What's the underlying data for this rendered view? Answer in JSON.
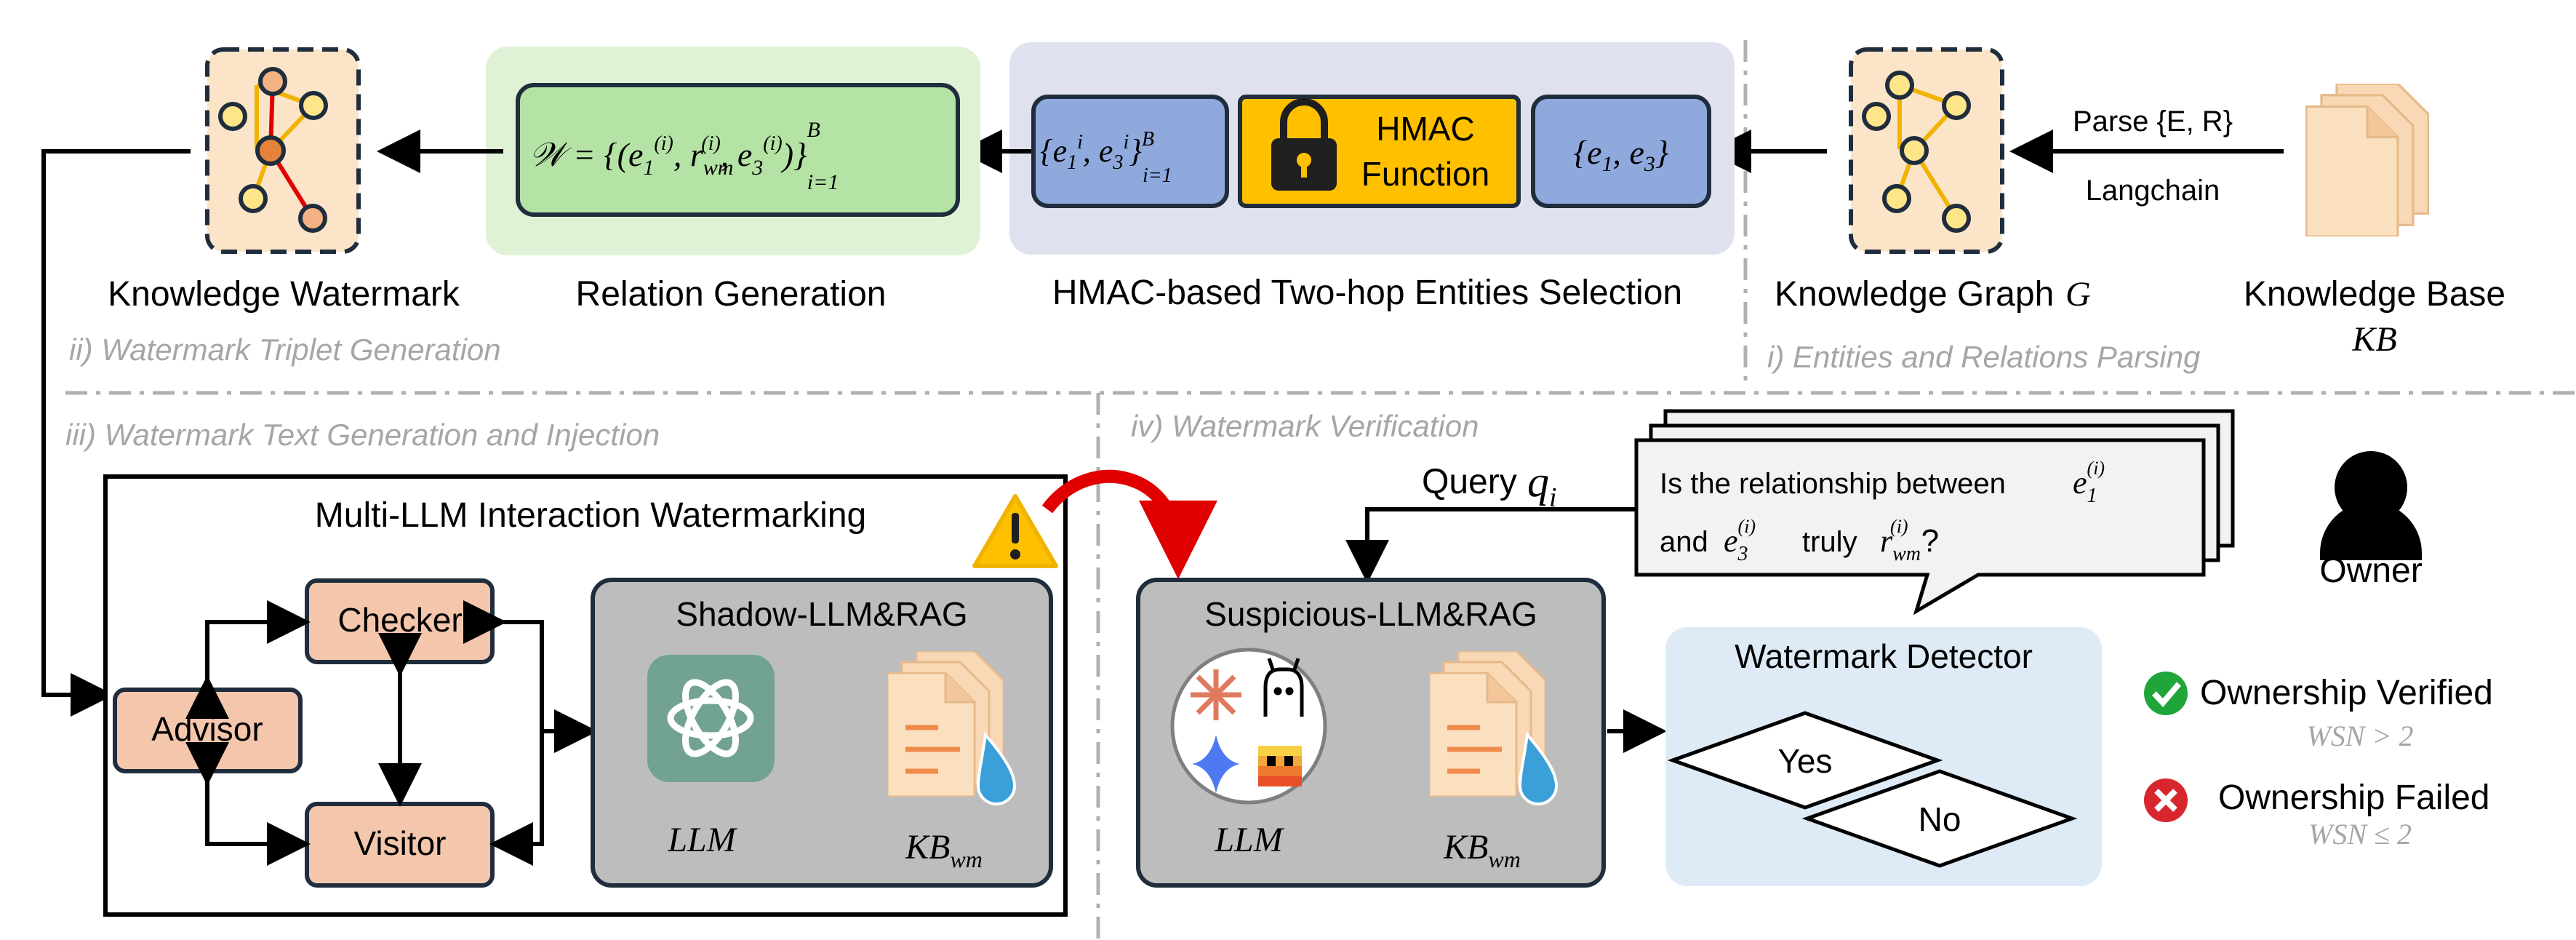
{
  "sections": {
    "s1": "i) Entities and Relations Parsing",
    "s2": "ii) Watermark Triplet Generation",
    "s3": "iii) Watermark Text Generation and Injection",
    "s4": "iv) Watermark Verification"
  },
  "top": {
    "knowledge_base_label": "Knowledge Base",
    "knowledge_base_symbol": "KB",
    "parse_label": "Parse {E, R}",
    "langchain_label": "Langchain",
    "knowledge_graph_label": "Knowledge Graph",
    "knowledge_graph_symbol": "G",
    "selection_label": "HMAC-based Two-hop Entities Selection",
    "entities_box": "{e1, e3}",
    "hmac_line1": "HMAC",
    "hmac_line2": "Function",
    "selected_box": "{e1i, e3i} i=1..B",
    "relation_label": "Relation Generation",
    "relation_formula": "W = {(e1(i), rwm(i), e3(i))} i=1..B",
    "watermark_label": "Knowledge Watermark"
  },
  "injection": {
    "panel_title": "Multi-LLM Interaction Watermarking",
    "advisor": "Advisor",
    "checker": "Checker",
    "visitor": "Visitor",
    "shadow_title": "Shadow-LLM&RAG",
    "llm_label": "LLM",
    "kb_label": "KB",
    "kb_sub": "wm"
  },
  "verification": {
    "query_label": "Query",
    "query_symbol": "q",
    "query_sub": "i",
    "question_line1": "Is the relationship between",
    "question_line2_a": "and",
    "question_line2_b": "truly",
    "owner_label": "Owner",
    "suspicious_title": "Suspicious-LLM&RAG",
    "llm_label": "LLM",
    "kb_label": "KB",
    "kb_sub": "wm",
    "detector_title": "Watermark Detector",
    "yes": "Yes",
    "no": "No",
    "verified": "Ownership Verified",
    "verified_cond": "WSN > 2",
    "failed": "Ownership Failed",
    "failed_cond": "WSN ≤ 2"
  },
  "colors": {
    "green_panel": "#dff2d5",
    "green_box": "#b5e3a5",
    "purple_panel": "#dfe1ef",
    "blue_box": "#8fa9dd",
    "hmac_yellow": "#ffc000",
    "node_orange": "#f4b183",
    "agent_box": "#f4c7ad",
    "shadow_grey": "#bdbdbd",
    "detector_blue": "#deebf7",
    "check_green": "#1fa53a",
    "cross_red": "#d7262e",
    "arrow_red": "#e00000"
  }
}
